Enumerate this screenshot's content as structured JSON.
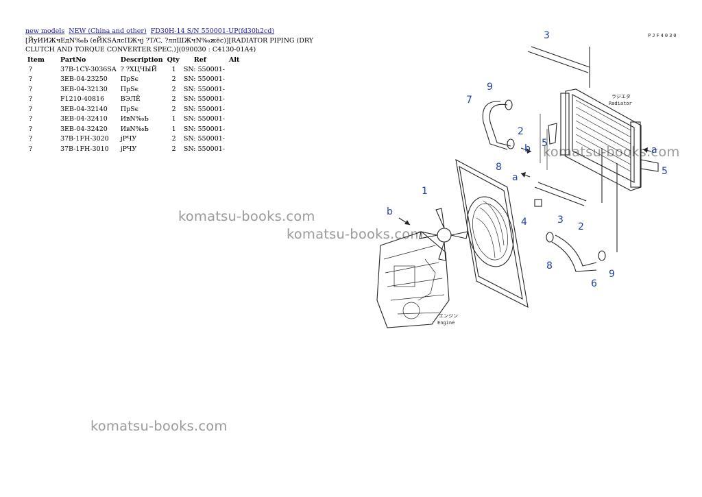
{
  "breadcrumb": {
    "links": [
      "new models",
      "NEW (China and other)",
      "FD30H-14 S/N 550001-UP(fd30h2cd)"
    ]
  },
  "page_title": "[ЙуИИЖчЕдN‰Ь (еЙКЅАлcПЖчј ?T/C, ?лпШЖчN‰жёс)][RADIATOR PIPING (DRY CLUTCH AND TORQUE CONVERTER SPEC.)](090030 : C4130-01A4)",
  "table": {
    "headers": [
      "Item",
      "PartNo",
      "Description",
      "Qty",
      "Ref",
      "Alt"
    ],
    "rows": [
      [
        "?",
        "37B-1CY-3036SA",
        "? ?ХЦЧЫЙ",
        "1",
        "SN: 550001-",
        ""
      ],
      [
        "?",
        "3EB-04-23250",
        "ПрЅє",
        "2",
        "SN: 550001-",
        ""
      ],
      [
        "?",
        "3EB-04-32130",
        "ПрЅє",
        "2",
        "SN: 550001-",
        ""
      ],
      [
        "?",
        "F1210-40816",
        "ВЭЛЁ",
        "2",
        "SN: 550001-",
        ""
      ],
      [
        "?",
        "3EB-04-32140",
        "ПрЅє",
        "2",
        "SN: 550001-",
        ""
      ],
      [
        "?",
        "3EB-04-32410",
        "ИвN‰Ь",
        "1",
        "SN: 550001-",
        ""
      ],
      [
        "?",
        "3EB-04-32420",
        "ИвN‰Ь",
        "1",
        "SN: 550001-",
        ""
      ],
      [
        "?",
        "37B-1FH-3020",
        "јРЧУ",
        "2",
        "SN: 550001-",
        ""
      ],
      [
        "?",
        "37B-1FH-3010",
        "јРЧУ",
        "2",
        "SN: 550001-",
        ""
      ]
    ]
  },
  "watermarks": [
    "komatsu-books.com",
    "komatsu-books.com",
    "komatsu-books.com",
    "komatsu-books.com"
  ],
  "diagram": {
    "code": "PJF4030",
    "callouts": [
      "3",
      "9",
      "7",
      "2",
      "5",
      "8",
      "1",
      "4",
      "3",
      "2",
      "8",
      "6",
      "9",
      "5",
      "b",
      "a",
      "a",
      "b"
    ],
    "labels": {
      "radiator_jp": "ラジエタ",
      "radiator_en": "Radiator",
      "engine_jp": "エンジン",
      "engine_en": "Engine"
    }
  }
}
